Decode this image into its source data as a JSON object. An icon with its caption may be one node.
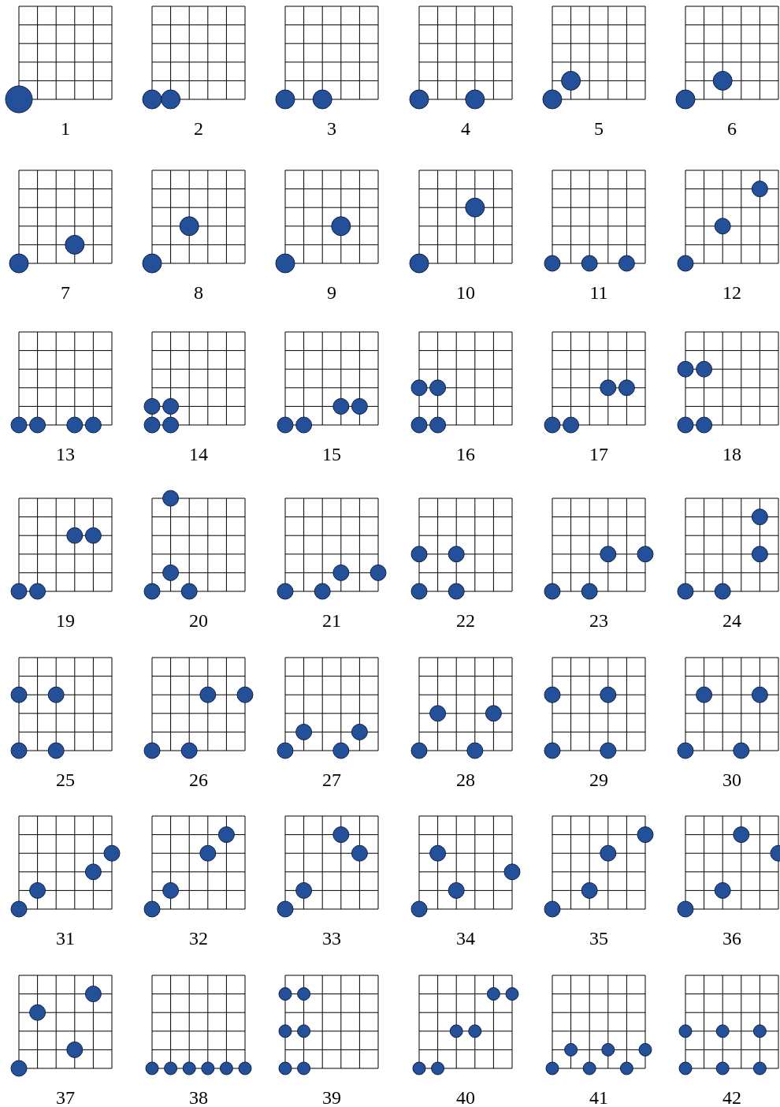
{
  "diagram": {
    "labels": [
      "1",
      "2",
      "3",
      "4",
      "5",
      "6",
      "7",
      "8",
      "9",
      "10",
      "11",
      "12",
      "13",
      "14",
      "15",
      "16",
      "17",
      "18",
      "19",
      "20",
      "21",
      "22",
      "23",
      "24",
      "25",
      "26",
      "27",
      "28",
      "29",
      "30",
      "31",
      "32",
      "33",
      "34",
      "35",
      "36",
      "37",
      "38",
      "39",
      "40",
      "41",
      "42"
    ]
  }
}
